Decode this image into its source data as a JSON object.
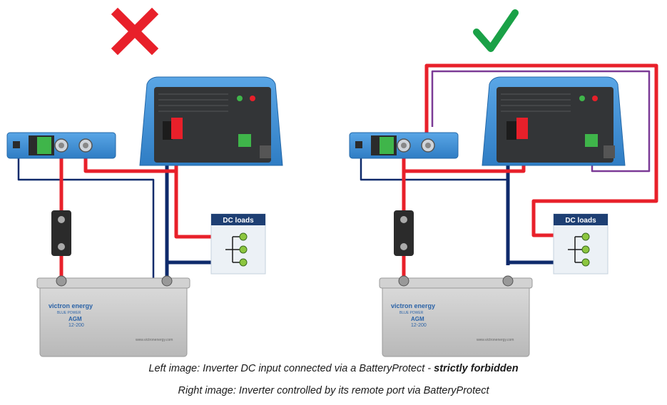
{
  "left_panel": {
    "status_icon": "cross-mark-icon",
    "status_color": "#e8202a",
    "dc_loads_label": "DC loads",
    "battery": {
      "brand": "victron energy",
      "tagline": "BLUE POWER",
      "model_line1": "AGM",
      "model_line2": "12-200",
      "website": "www.victronenergy.com"
    }
  },
  "right_panel": {
    "status_icon": "check-mark-icon",
    "status_color": "#1aa147",
    "dc_loads_label": "DC loads",
    "battery": {
      "brand": "victron energy",
      "tagline": "BLUE POWER",
      "model_line1": "AGM",
      "model_line2": "12-200",
      "website": "www.victronenergy.com"
    }
  },
  "captions": {
    "line1_text": "Left image: Inverter DC input connected via a BatteryProtect - ",
    "line1_emphasis": "strictly forbidden",
    "line2_text": "Right image: Inverter controlled by its remote port via BatteryProtect"
  },
  "colors": {
    "positive_wire": "#e8202a",
    "negative_wire": "#0e2a6b",
    "remote_wire": "#7b3a96",
    "device_blue": "#3d8fd6",
    "loads_header": "#1e3f73"
  }
}
